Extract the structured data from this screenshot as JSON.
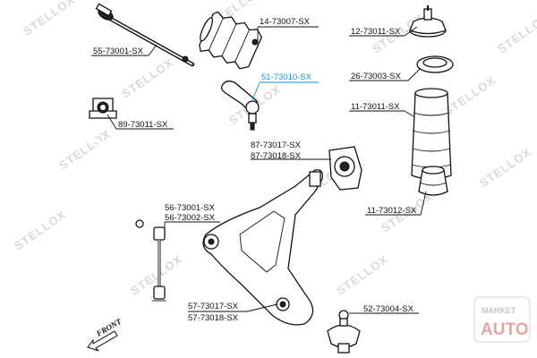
{
  "watermark_text": "STELLOX",
  "corner_logo": {
    "top": "MARKET",
    "bottom": "AUTO"
  },
  "front_label": "FRONT",
  "highlight_color": "#1a8fd6",
  "parts": [
    {
      "id": "14-73007-SX",
      "label": "14-73007-SX",
      "highlighted": false
    },
    {
      "id": "12-73011-SX",
      "label": "12-73011-SX",
      "highlighted": false
    },
    {
      "id": "55-73001-SX",
      "label": "55-73001-SX",
      "highlighted": false
    },
    {
      "id": "51-73010-SX",
      "label": "51-73010-SX",
      "highlighted": true
    },
    {
      "id": "26-73003-SX",
      "label": "26-73003-SX",
      "highlighted": false
    },
    {
      "id": "89-73011-SX",
      "label": "89-73011-SX",
      "highlighted": false
    },
    {
      "id": "11-73011-SX",
      "label": "11-73011-SX",
      "highlighted": false
    },
    {
      "id": "87-73017-SX",
      "label": "87-73017-SX",
      "highlighted": false
    },
    {
      "id": "87-73018-SX",
      "label": "87-73018-SX",
      "highlighted": false
    },
    {
      "id": "11-73012-SX",
      "label": "11-73012-SX",
      "highlighted": false
    },
    {
      "id": "56-73001-SX",
      "label": "56-73001-SX",
      "highlighted": false
    },
    {
      "id": "56-73002-SX",
      "label": "56-73002-SX",
      "highlighted": false
    },
    {
      "id": "57-73017-SX",
      "label": "57-73017-SX",
      "highlighted": false
    },
    {
      "id": "57-73018-SX",
      "label": "57-73018-SX",
      "highlighted": false
    },
    {
      "id": "52-73004-SX",
      "label": "52-73004-SX",
      "highlighted": false
    }
  ]
}
